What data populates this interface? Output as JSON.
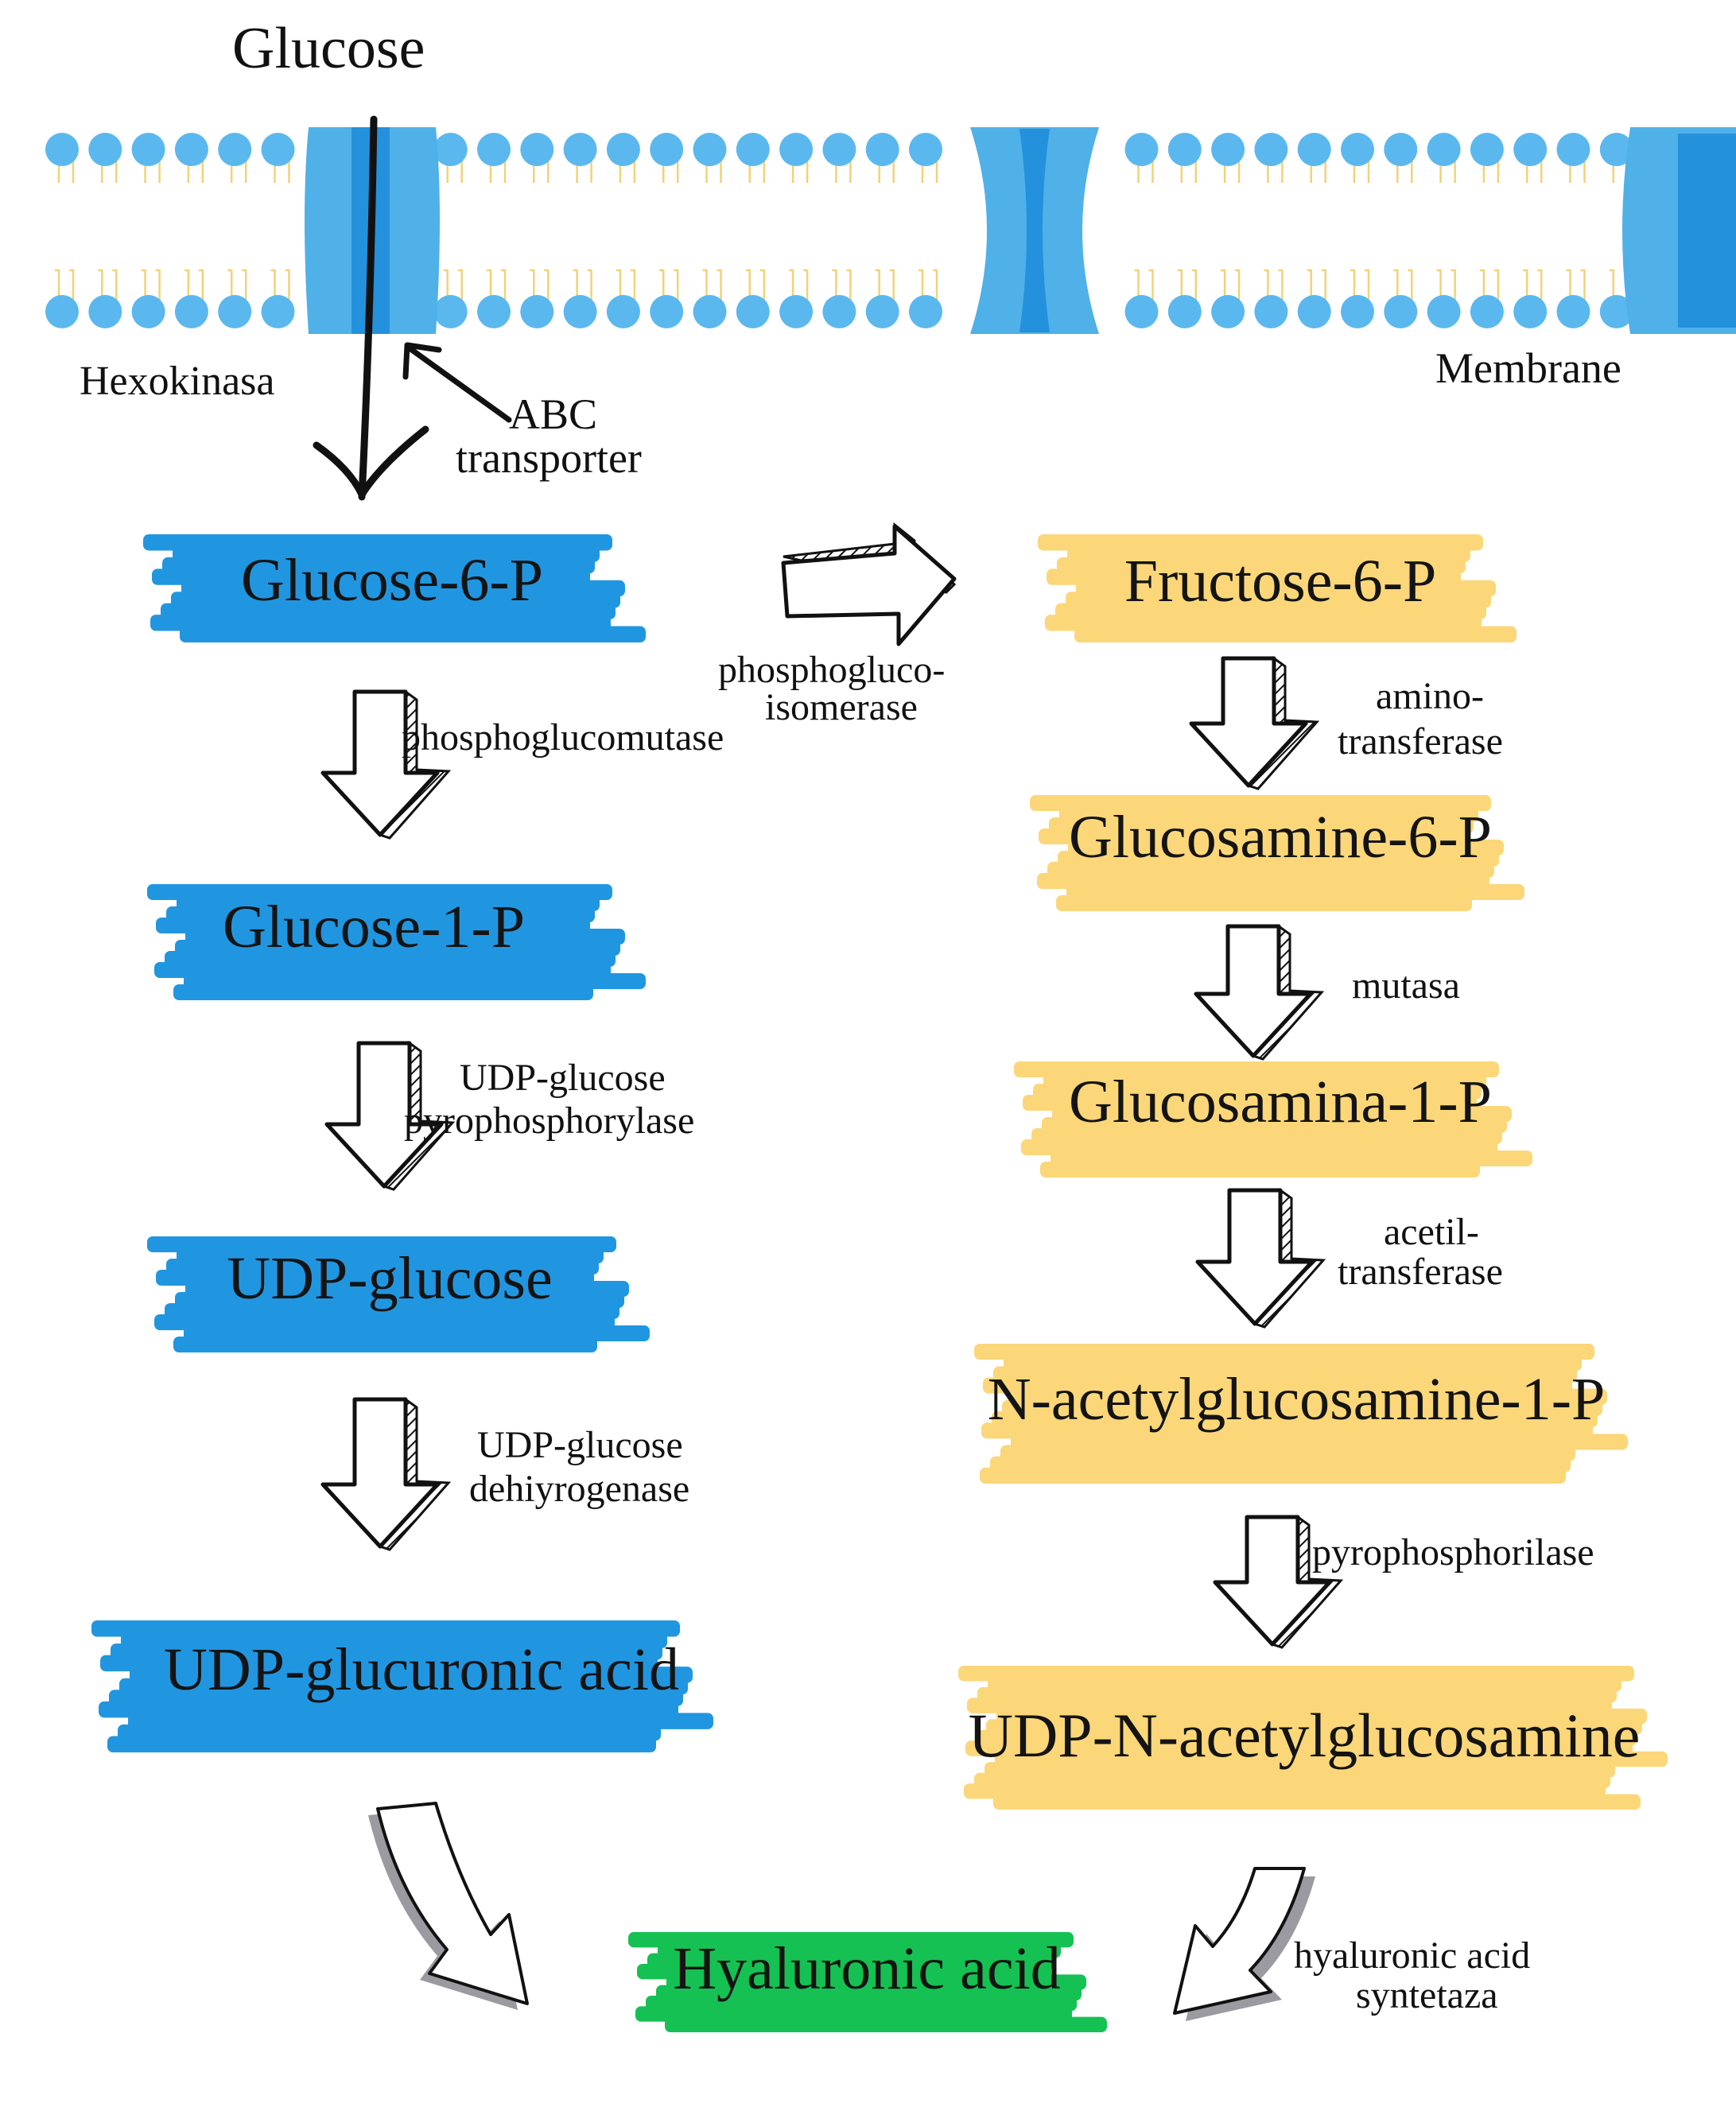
{
  "top": {
    "glucose": "Glucose",
    "membrane": "Membrane"
  },
  "enzymes": {
    "hexokinasa": "Hexokinasa",
    "abc_line1": "ABC",
    "abc_line2": "transporter",
    "phosphoglucomutase": "phosphoglucomutase",
    "udp_pyro_line1": "UDP-glucose",
    "udp_pyro_line2": "pyrophosphorylase",
    "udp_dehy_line1": "UDP-glucose",
    "udp_dehy_line2": "dehiyrogenase",
    "pgi_line1": "phosphogluco-",
    "pgi_line2": "isomerase",
    "amino_line1": "amino-",
    "amino_line2": "transferase",
    "mutasa": "mutasa",
    "acetil_line1": "acetil-",
    "acetil_line2": "transferase",
    "pyrophosphorilase": "pyrophosphorilase",
    "ha_syn_line1": "hyaluronic acid",
    "ha_syn_line2": "syntetaza"
  },
  "left_path": {
    "g6p": "Glucose-6-P",
    "g1p": "Glucose-1-P",
    "udpg": "UDP-glucose",
    "udpga": "UDP-glucuronic acid"
  },
  "right_path": {
    "f6p": "Fructose-6-P",
    "gn6p": "Glucosamine-6-P",
    "gn1p": "Glucosamina-1-P",
    "nag1p": "N-acetylglucosamine-1-P",
    "udpnag": "UDP-N-acetylglucosamine"
  },
  "product": {
    "ha": "Hyaluronic acid"
  },
  "colors": {
    "blue_path": "#2196e0",
    "yellow_path": "#fbd77a",
    "green_product": "#14c152",
    "lipid_head": "#5bb8ee",
    "lipid_tail": "#f0d27a",
    "channel": "#50b0e8",
    "channel_dark": "#2491dd"
  },
  "icons": [
    "membrane-bilayer",
    "transport-channel",
    "down-arrow-icon",
    "right-arrow-icon",
    "curved-arrow-icon",
    "highlighter-stroke"
  ]
}
